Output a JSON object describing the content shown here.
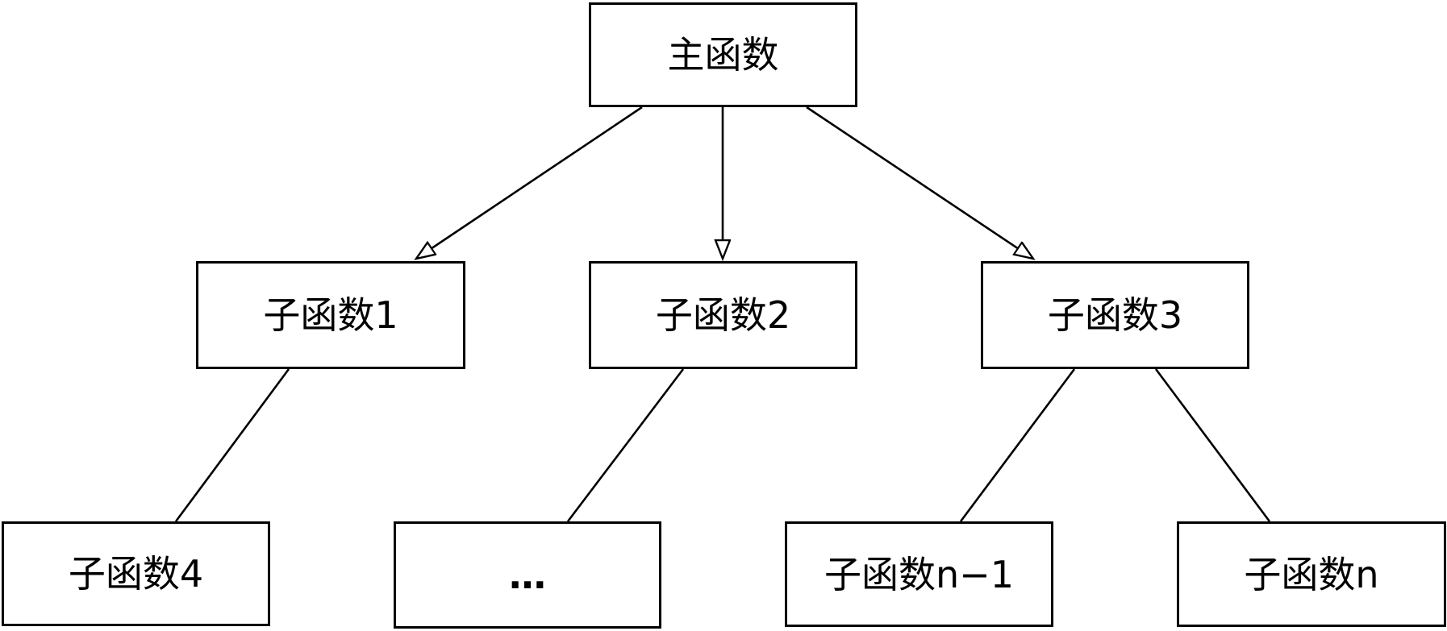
{
  "diagram": {
    "background_color": "#ffffff",
    "stroke_color": "#000000",
    "nodes": {
      "main": {
        "label": "主函数"
      },
      "sub1": {
        "label": "子函数1"
      },
      "sub2": {
        "label": "子函数2"
      },
      "sub3": {
        "label": "子函数3"
      },
      "sub4": {
        "label": "子函数4"
      },
      "ellipsis": {
        "label": "…"
      },
      "subn1": {
        "label": "子函数n−1"
      },
      "subn": {
        "label": "子函数n"
      }
    },
    "edges": [
      {
        "from": "主函数",
        "to": "子函数1",
        "style": "open-arrow"
      },
      {
        "from": "主函数",
        "to": "子函数2",
        "style": "open-arrow"
      },
      {
        "from": "主函数",
        "to": "子函数3",
        "style": "open-arrow"
      },
      {
        "from": "子函数1",
        "to": "子函数4",
        "style": "plain-line"
      },
      {
        "from": "子函数2",
        "to": "…",
        "style": "plain-line"
      },
      {
        "from": "子函数3",
        "to": "子函数n−1",
        "style": "plain-line"
      },
      {
        "from": "子函数3",
        "to": "子函数n",
        "style": "plain-line"
      }
    ]
  }
}
